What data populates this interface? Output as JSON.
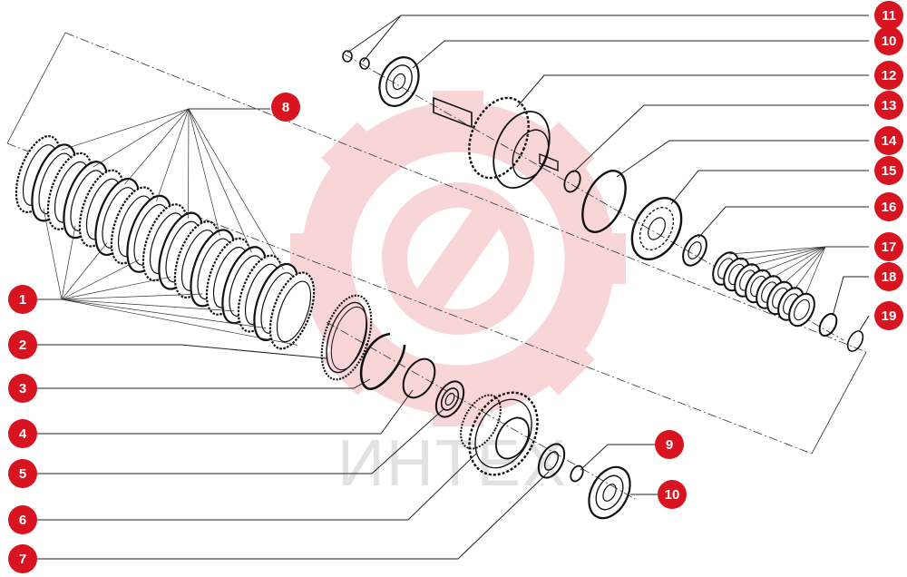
{
  "watermark": {
    "text": "ИНТЕХ",
    "color": "#f6c9cc"
  },
  "callout_color": "#d7141f",
  "callouts": [
    {
      "id": "c1",
      "label": "1"
    },
    {
      "id": "c2",
      "label": "2"
    },
    {
      "id": "c3",
      "label": "3"
    },
    {
      "id": "c4",
      "label": "4"
    },
    {
      "id": "c5",
      "label": "5"
    },
    {
      "id": "c6",
      "label": "6"
    },
    {
      "id": "c7",
      "label": "7"
    },
    {
      "id": "c8",
      "label": "8"
    },
    {
      "id": "c9",
      "label": "9"
    },
    {
      "id": "c10a",
      "label": "10"
    },
    {
      "id": "c10b",
      "label": "10"
    },
    {
      "id": "c11",
      "label": "11"
    },
    {
      "id": "c12",
      "label": "12"
    },
    {
      "id": "c13",
      "label": "13"
    },
    {
      "id": "c14",
      "label": "14"
    },
    {
      "id": "c15",
      "label": "15"
    },
    {
      "id": "c16",
      "label": "16"
    },
    {
      "id": "c17",
      "label": "17"
    },
    {
      "id": "c18",
      "label": "18"
    },
    {
      "id": "c19",
      "label": "19"
    }
  ]
}
